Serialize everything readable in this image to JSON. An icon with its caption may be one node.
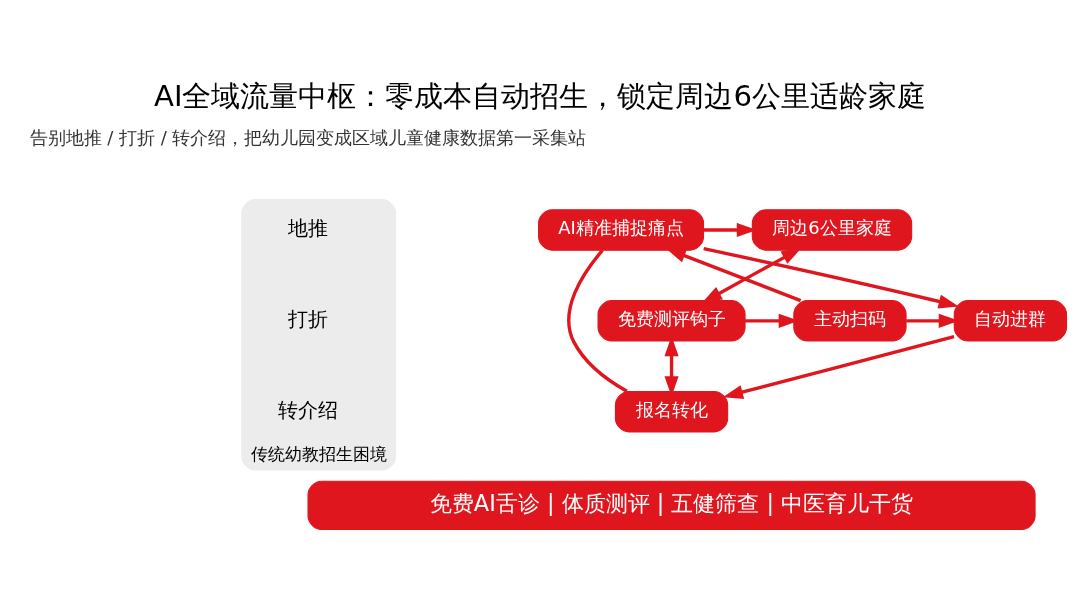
{
  "diagram": {
    "title": "AI全域流量中枢：零成本自动招生，锁定周边6公里适龄家庭",
    "nodes": [
      {
        "text": [
          "传统幼教招生困境"
        ]
      },
      {
        "text": [
          "地推"
        ],
        "in": 0
      },
      {
        "text": [
          "打折"
        ],
        "in": 0
      },
      {
        "text": [
          "转介绍"
        ],
        "in": 0
      },
      {
        "text": [
          "周边6公里家庭"
        ]
      },
      {
        "text": [
          "AI精准捕捉痛点"
        ]
      },
      {
        "text": [
          "免费测评钩子"
        ]
      },
      {
        "text": [
          "主动扫码"
        ]
      },
      {
        "text": [
          "自动进群"
        ]
      },
      {
        "text": [
          "报名转化"
        ]
      },
      {
        "text": [
          "免费AI舌诊 | 体质测评 | 五健筛查 | 中医育儿干货"
        ]
      }
    ],
    "edges": [
      {
        "from": 5,
        "to": 4,
        "arrow": "to"
      },
      {
        "from": 4,
        "to": 6,
        "arrow": "both"
      },
      {
        "from": 6,
        "to": 7,
        "arrow": "to"
      },
      {
        "from": 7,
        "to": 5,
        "arrow": "to"
      },
      {
        "from": 7,
        "to": 8,
        "arrow": "to"
      },
      {
        "from": 5,
        "to": 8,
        "arrow": "to"
      },
      {
        "from": 8,
        "to": 9,
        "arrow": "to"
      },
      {
        "from": 6,
        "to": 9,
        "arrow": "both"
      },
      {
        "from": 9,
        "to": 5,
        "arrow": "none"
      }
    ],
    "labels": [
      "告别地推 / 打折 / 转介绍，把幼儿园变成区域儿童健康数据第一采集站"
    ]
  }
}
